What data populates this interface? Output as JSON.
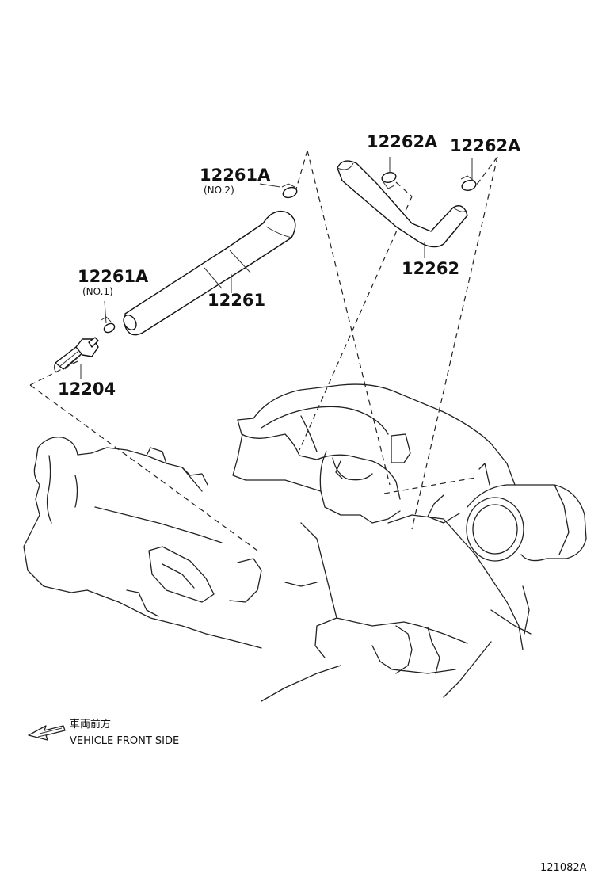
{
  "labels": {
    "clamp_no2": "12261A",
    "clamp_no2_sub": "(NO.2)",
    "clamp_no1": "12261A",
    "clamp_no1_sub": "(NO.1)",
    "hose_12261": "12261",
    "valve_12204": "12204",
    "clamp_12262a_left": "12262A",
    "clamp_12262a_right": "12262A",
    "hose_12262": "12262"
  },
  "direction": {
    "japanese": "車両前方",
    "english": "VEHICLE FRONT SIDE"
  },
  "figure_id": "121082A"
}
